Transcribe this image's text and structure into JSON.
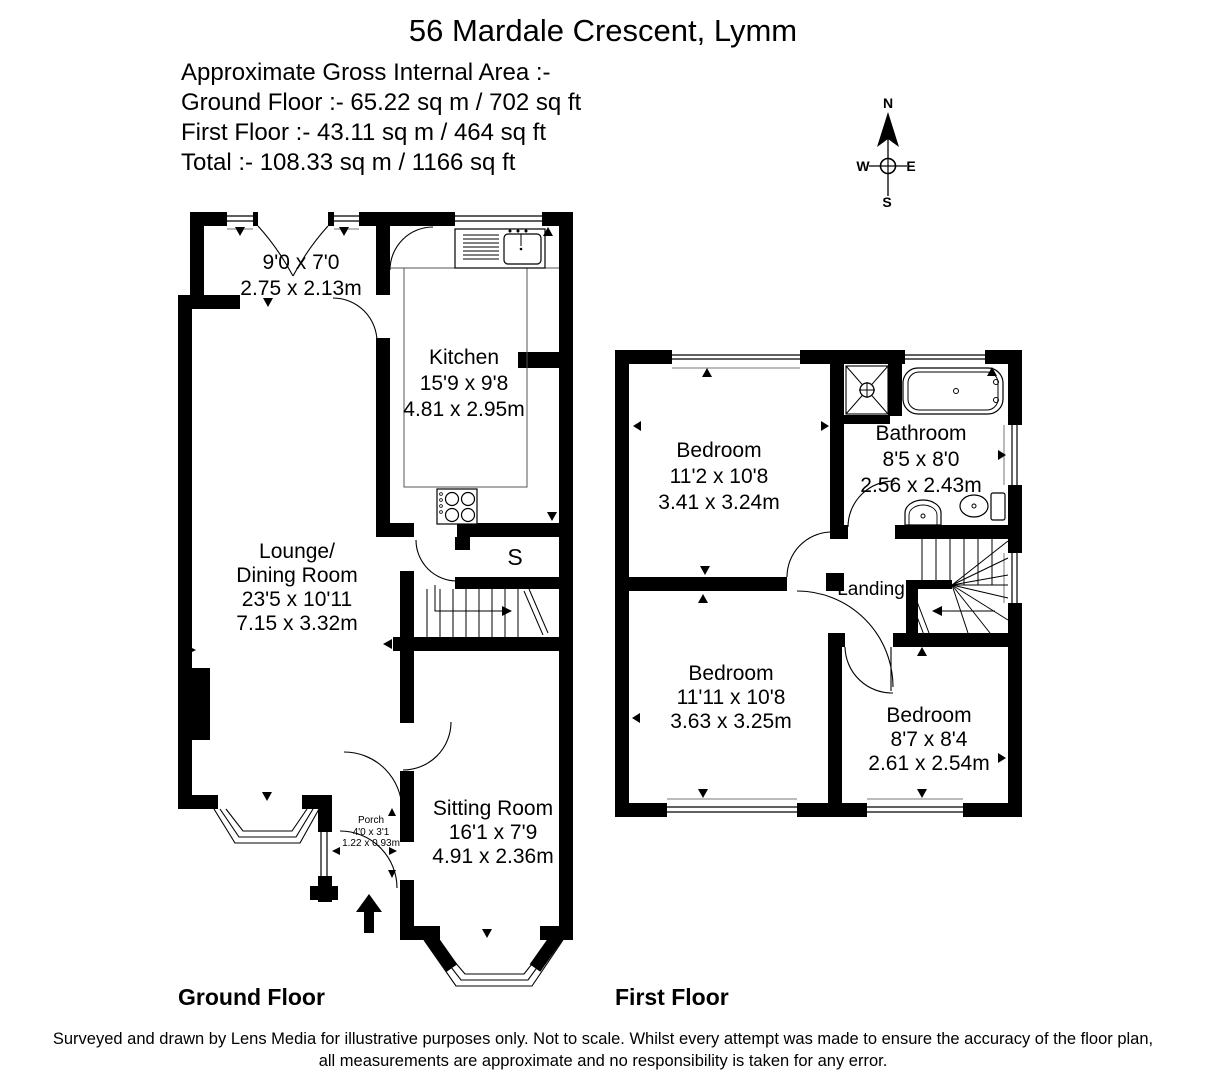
{
  "title": "56 Mardale Crescent, Lymm",
  "area_summary": {
    "line1": "Approximate Gross Internal Area :-",
    "line2": "Ground Floor :- 65.22 sq m / 702 sq ft",
    "line3": "First Floor :- 43.11 sq m / 464 sq ft",
    "line4": "Total :- 108.33 sq m / 1166 sq ft"
  },
  "compass": {
    "north": "N",
    "east": "E",
    "south": "S",
    "west": "W"
  },
  "rooms": {
    "garage": {
      "imperial": "9'0 x 7'0",
      "metric": "2.75 x 2.13m"
    },
    "kitchen": {
      "name": "Kitchen",
      "imperial": "15'9 x 9'8",
      "metric": "4.81 x 2.95m"
    },
    "lounge": {
      "name1": "Lounge/",
      "name2": "Dining Room",
      "imperial": "23'5 x 10'11",
      "metric": "7.15 x 3.32m"
    },
    "store": {
      "label": "S"
    },
    "sitting": {
      "name": "Sitting Room",
      "imperial": "16'1 x 7'9",
      "metric": "4.91 x 2.36m"
    },
    "porch": {
      "name": "Porch",
      "imperial": "4'0 x 3'1",
      "metric": "1.22 x 0.93m"
    },
    "bedroom1": {
      "name": "Bedroom",
      "imperial": "11'2 x 10'8",
      "metric": "3.41 x 3.24m"
    },
    "bathroom": {
      "name": "Bathroom",
      "imperial": "8'5 x 8'0",
      "metric": "2.56 x 2.43m"
    },
    "landing": {
      "label": "Landing"
    },
    "bedroom2": {
      "name": "Bedroom",
      "imperial": "11'11 x 10'8",
      "metric": "3.63 x 3.25m"
    },
    "bedroom3": {
      "name": "Bedroom",
      "imperial": "8'7 x 8'4",
      "metric": "2.61 x 2.54m"
    }
  },
  "floor_labels": {
    "ground": "Ground Floor",
    "first": "First Floor"
  },
  "footer": {
    "line1": "Surveyed and drawn by Lens Media for illustrative purposes only. Not to scale. Whilst every attempt was made to ensure the accuracy of the floor plan,",
    "line2": "all measurements are approximate and no responsibility is taken for any error."
  },
  "colors": {
    "wall": "#000000",
    "background": "#ffffff",
    "thin_line": "#444444"
  }
}
